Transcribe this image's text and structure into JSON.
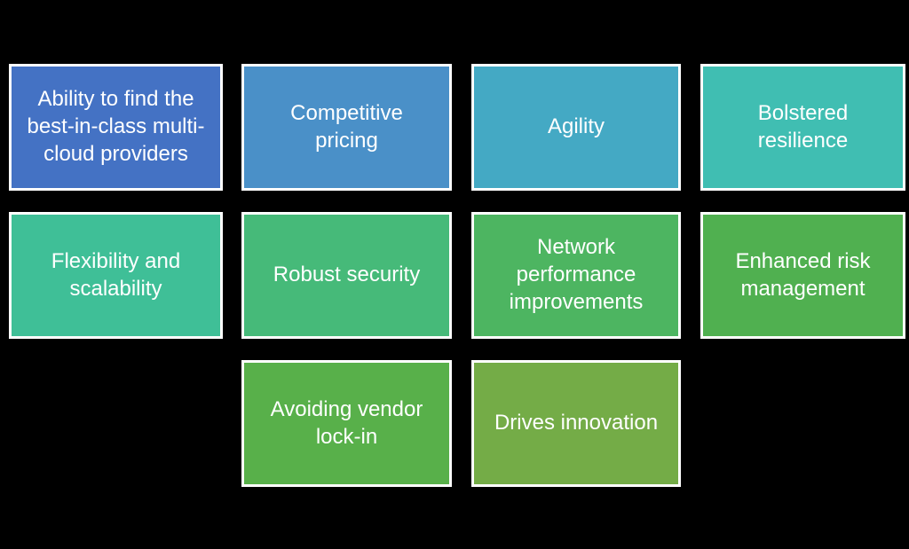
{
  "diagram": {
    "background": "#000000",
    "border_color": "#ffffff",
    "text_color": "#ffffff",
    "boxes": [
      {
        "label": "Ability to find the\nbest-in-class multi-\ncloud providers",
        "color": "#4472c4"
      },
      {
        "label": "Competitive\npricing",
        "color": "#4a90c8"
      },
      {
        "label": "Agility",
        "color": "#44a9c4"
      },
      {
        "label": "Bolstered\nresilience",
        "color": "#40beb2"
      },
      {
        "label": "Flexibility and\nscalability",
        "color": "#3fbf97"
      },
      {
        "label": "Robust security",
        "color": "#46ba79"
      },
      {
        "label": "Network\nperformance\nimprovements",
        "color": "#4db561"
      },
      {
        "label": "Enhanced risk\nmanagement",
        "color": "#50b050"
      },
      {
        "label": "Avoiding vendor\nlock-in",
        "color": "#58b04a"
      },
      {
        "label": "Drives innovation",
        "color": "#74ac47"
      }
    ]
  }
}
